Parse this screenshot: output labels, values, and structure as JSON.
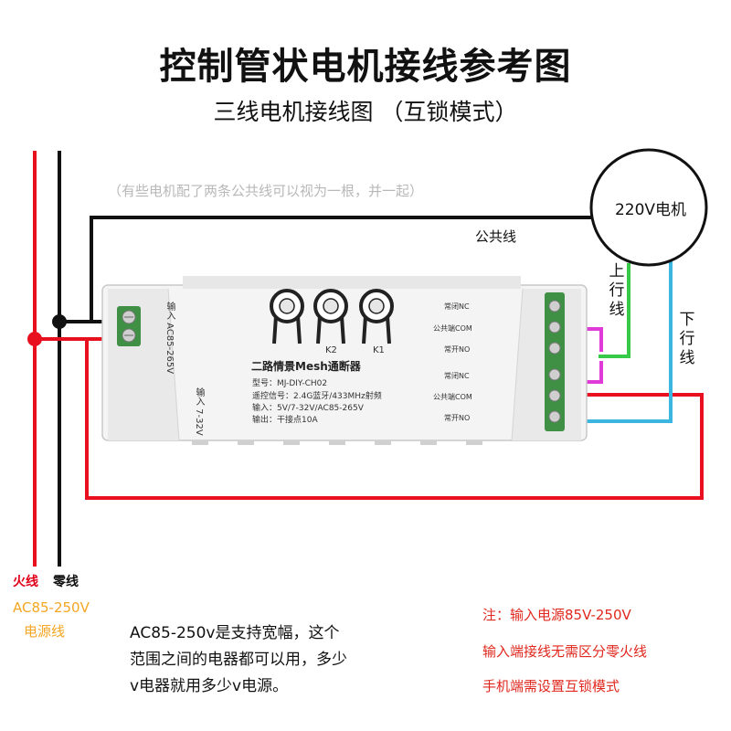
{
  "title": "控制管状电机接线参考图",
  "subtitle": "三线电机接线图 （互锁模式）",
  "note_top": "（有些电机配了两条公共线可以视为一根，并一起）",
  "motor": {
    "label": "220V电机"
  },
  "wire_labels": {
    "common": "公共线",
    "up": "上行线",
    "down": "下行线"
  },
  "power": {
    "fire": "火线",
    "neutral": "零线",
    "range": "AC85-250V",
    "name": "电源线"
  },
  "device": {
    "input_ac": "输入 AC85-265V",
    "input_dc": "输入 7-32V",
    "k2": "K2",
    "k1": "K1",
    "name": "二路情景Mesh通断器",
    "model": "型号：MJ-DIY-CH02",
    "remote": "遥控信号：2.4G蓝牙/433MHz射频",
    "input": "输入：5V/7-32V/AC85-265V",
    "output": "输出：干接点10A",
    "terminals": [
      "常闭NC",
      "公共端COM",
      "常开NO",
      "常闭NC",
      "公共端COM",
      "常开NO"
    ]
  },
  "explanation": [
    "AC85-250v是支持宽幅，这个",
    "范围之间的电器都可以用，多少",
    "v电器就用多少v电源。"
  ],
  "notes": [
    "注：输入电源85V-250V",
    "输入端接线无需区分零火线",
    "手机端需设置互锁模式"
  ],
  "colors": {
    "fire": "#e8101e",
    "neutral": "#111111",
    "up_wire": "#37c948",
    "down_wire": "#3bb6e0",
    "jumper": "#e03ad8",
    "device_body": "#f4f4f4",
    "terminal_green": "#3f8f45"
  }
}
